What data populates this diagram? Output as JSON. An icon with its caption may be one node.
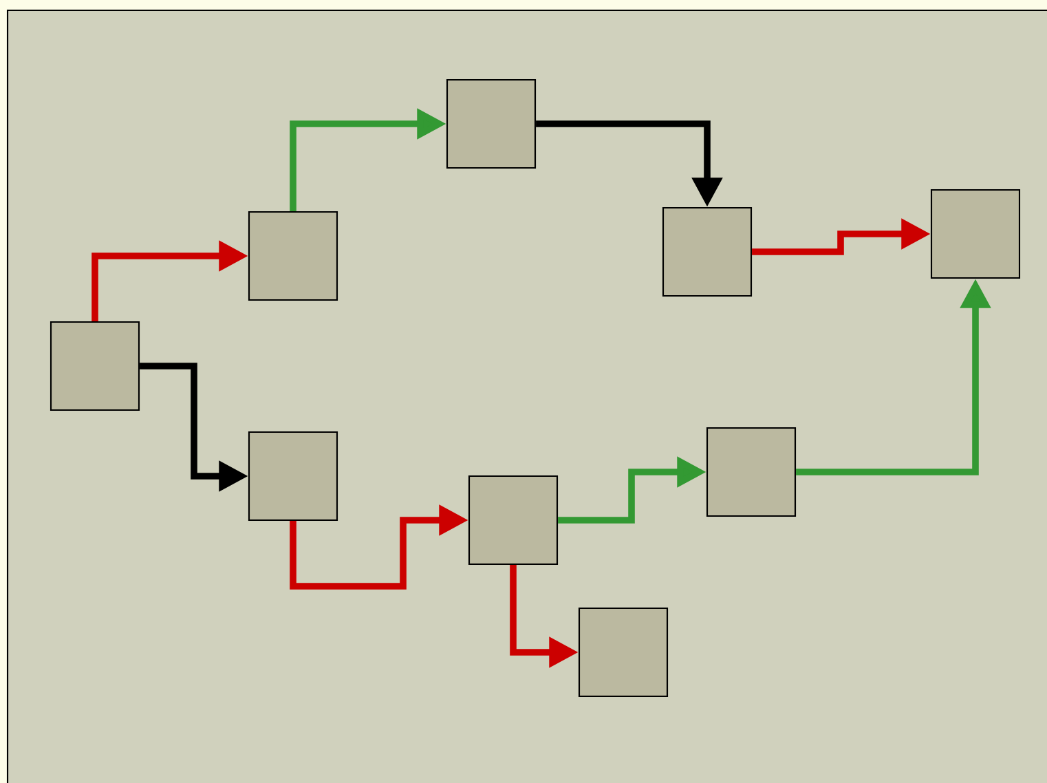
{
  "diagram": {
    "nodes": [
      {
        "text": [],
        "shape": "box"
      },
      {
        "text": [],
        "shape": "box"
      },
      {
        "text": [],
        "shape": "box"
      },
      {
        "text": [],
        "shape": "box"
      },
      {
        "text": [],
        "shape": "box"
      },
      {
        "text": [],
        "shape": "box"
      },
      {
        "text": [],
        "shape": "box"
      },
      {
        "text": [],
        "shape": "box"
      },
      {
        "text": [],
        "shape": "box"
      }
    ],
    "edges": [
      {
        "from": 0,
        "to": 1,
        "arrow": "to",
        "color": "#cc0000"
      },
      {
        "from": 0,
        "to": 2,
        "arrow": "to",
        "color": "#000000"
      },
      {
        "from": 1,
        "to": 3,
        "arrow": "to",
        "color": "#339933"
      },
      {
        "from": 3,
        "to": 6,
        "arrow": "to",
        "color": "#000000"
      },
      {
        "from": 2,
        "to": 4,
        "arrow": "to",
        "color": "#cc0000"
      },
      {
        "from": 4,
        "to": 5,
        "arrow": "to",
        "color": "#cc0000"
      },
      {
        "from": 4,
        "to": 7,
        "arrow": "to",
        "color": "#339933"
      },
      {
        "from": 6,
        "to": 8,
        "arrow": "to",
        "color": "#cc0000"
      },
      {
        "from": 7,
        "to": 8,
        "arrow": "to",
        "color": "#339933"
      }
    ]
  }
}
